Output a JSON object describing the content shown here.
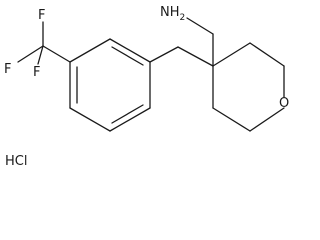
{
  "molecule": {
    "atom_labels": {
      "f_top": "F",
      "f_left": "F",
      "f_bottom": "F",
      "amine": "NH",
      "amine_subscript": "2",
      "ring_oxygen": "O"
    },
    "salt_label": "HCl",
    "colors": {
      "bond": "#1a1a1a",
      "background": "#ffffff"
    }
  }
}
